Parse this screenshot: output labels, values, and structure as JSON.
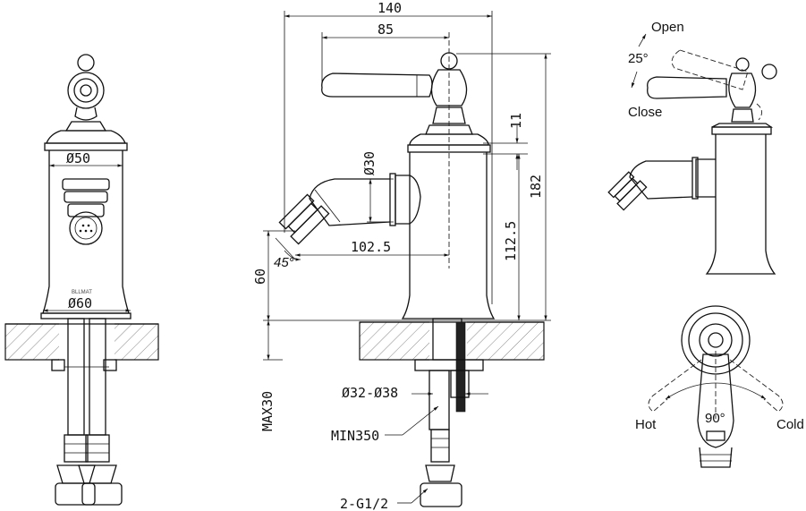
{
  "front_view": {
    "dia_body": "Ø50",
    "dia_base": "Ø60",
    "brand_mark": "BLLMAT"
  },
  "side_view": {
    "dim_overall_length": "140",
    "dim_spout_to_handle": "85",
    "dim_spout_dia": "Ø30",
    "dim_spout_reach": "102.5",
    "dim_angle": "45°",
    "dim_deck_to_spout": "60",
    "dim_handle_gap": "11",
    "dim_total_height": "182",
    "dim_spout_height": "112.5",
    "dim_deck_max": "MAX30",
    "dim_hole": "Ø32-Ø38",
    "dim_hose": "MIN350",
    "dim_thread": "2-G1/2"
  },
  "handle_rotation": {
    "open_label": "Open",
    "close_label": "Close",
    "angle_label": "25°"
  },
  "top_view": {
    "hot_label": "Hot",
    "cold_label": "Cold",
    "angle_label": "90°"
  }
}
